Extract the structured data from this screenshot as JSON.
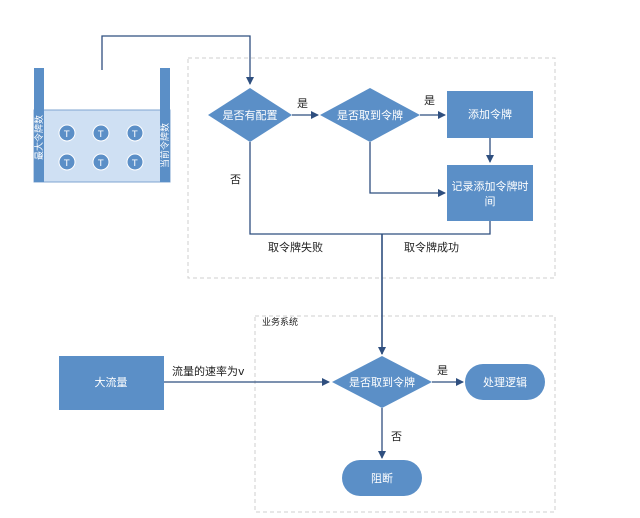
{
  "bucket": {
    "left_label": "最大令牌数",
    "right_label": "当前令牌数",
    "token_symbol": "T"
  },
  "nodes": {
    "has_config": "是否有配置",
    "got_token_top": "是否取到令牌",
    "add_token": "添加令牌",
    "record_line1": "记录添加令牌时",
    "record_line2": "间",
    "big_traffic": "大流量",
    "got_token_biz": "是否取到令牌",
    "process": "处理逻辑",
    "block": "阻断"
  },
  "labels": {
    "yes1": "是",
    "yes2": "是",
    "no1": "否",
    "fail": "取令牌失败",
    "success": "取令牌成功",
    "rate": "流量的速率为v",
    "yes3": "是",
    "no2": "否",
    "biz_system": "业务系统"
  },
  "colors": {
    "node_fill": "#5b8fc7",
    "node_dark": "#3f6fa8",
    "bucket_fill": "#cfe0f3",
    "line": "#2f4f7f",
    "dashed": "#c8c8c8"
  }
}
